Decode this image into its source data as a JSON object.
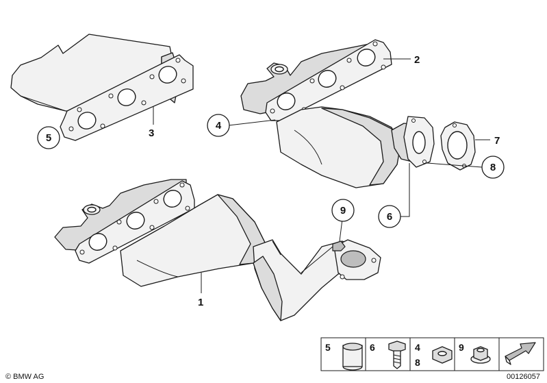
{
  "callouts": [
    {
      "id": "5",
      "label": "5"
    },
    {
      "id": "4",
      "label": "4"
    },
    {
      "id": "8",
      "label": "8"
    },
    {
      "id": "6",
      "label": "6"
    },
    {
      "id": "9",
      "label": "9"
    }
  ],
  "labels": [
    {
      "id": "3",
      "label": "3"
    },
    {
      "id": "2",
      "label": "2"
    },
    {
      "id": "7",
      "label": "7"
    },
    {
      "id": "1",
      "label": "1"
    }
  ],
  "legend": {
    "items": [
      {
        "id": "5",
        "label": "5",
        "icon": "cap-nut-icon"
      },
      {
        "id": "6",
        "label": "6",
        "icon": "bolt-icon"
      },
      {
        "id": "48",
        "label_top": "4",
        "label_bottom": "8",
        "icon": "hex-nut-icon"
      },
      {
        "id": "9",
        "label": "9",
        "icon": "flange-nut-icon"
      },
      {
        "id": "arrow",
        "icon": "direction-arrow-icon"
      }
    ]
  },
  "footer": {
    "copyright": "© BMW AG",
    "diagram_number": "00126057"
  }
}
